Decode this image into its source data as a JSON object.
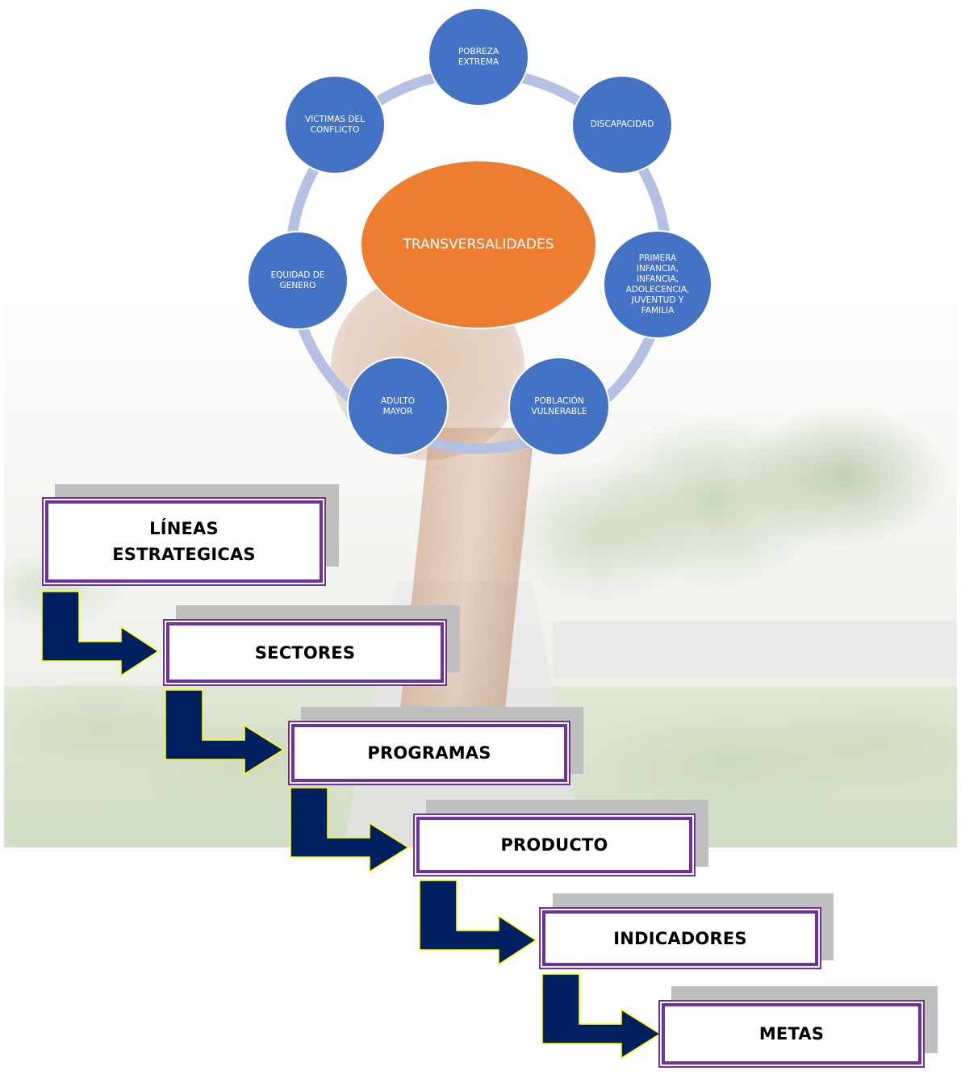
{
  "center": {
    "label": "TRANSVERSALIDADES"
  },
  "nodes": [
    {
      "label": "POBREZA EXTREMA"
    },
    {
      "label": "DISCAPACIDAD"
    },
    {
      "label": "PRIMERA INFANCIA, INFANCIA, ADOLECENCIA, JUVENTUD Y FAMILIA"
    },
    {
      "label": "POBLACIÓN VULNERABLE"
    },
    {
      "label": "ADULTO MAYOR"
    },
    {
      "label": "EQUIDAD DE GENERO"
    },
    {
      "label": "VICTIMAS DEL CONFLICTO"
    }
  ],
  "steps": [
    {
      "label": "LÍNEAS ESTRATEGICAS"
    },
    {
      "label": "SECTORES"
    },
    {
      "label": "PROGRAMAS"
    },
    {
      "label": "PRODUCTO"
    },
    {
      "label": "INDICADORES"
    },
    {
      "label": "METAS"
    }
  ],
  "colors": {
    "node_fill": "#4472c4",
    "center_fill": "#ed7d31",
    "ring": "#b4c1e2",
    "box_border": "#7030a0",
    "arrow_fill": "#002060",
    "arrow_outline": "#ffff00",
    "shadow": "#bfbfbf"
  }
}
